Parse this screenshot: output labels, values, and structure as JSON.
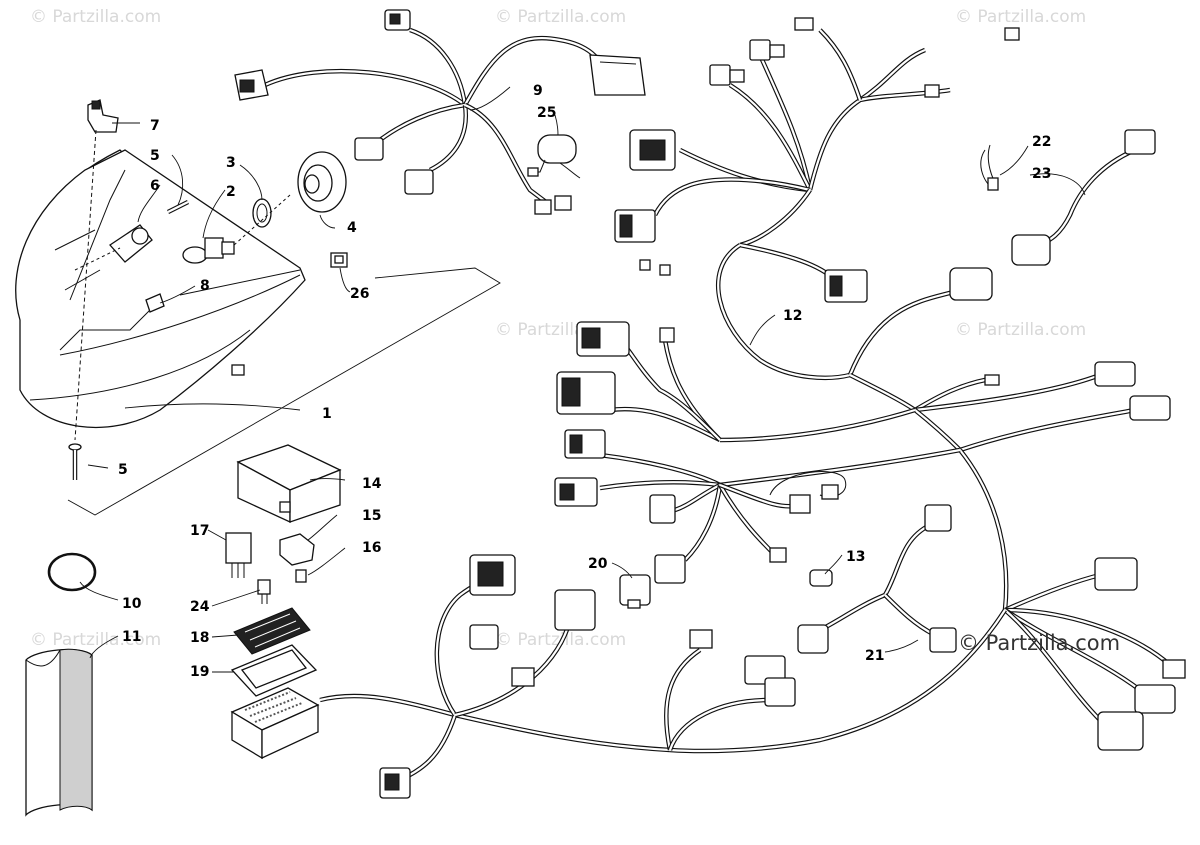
{
  "watermarks": {
    "text": "© Partzilla.com",
    "main": "© Partzilla.com"
  },
  "callouts": [
    {
      "id": "c1",
      "label": "1"
    },
    {
      "id": "c2",
      "label": "2"
    },
    {
      "id": "c3",
      "label": "3"
    },
    {
      "id": "c4",
      "label": "4"
    },
    {
      "id": "c5a",
      "label": "5"
    },
    {
      "id": "c5b",
      "label": "5"
    },
    {
      "id": "c6",
      "label": "6"
    },
    {
      "id": "c7",
      "label": "7"
    },
    {
      "id": "c8",
      "label": "8"
    },
    {
      "id": "c9",
      "label": "9"
    },
    {
      "id": "c10",
      "label": "10"
    },
    {
      "id": "c11",
      "label": "11"
    },
    {
      "id": "c12",
      "label": "12"
    },
    {
      "id": "c13",
      "label": "13"
    },
    {
      "id": "c14",
      "label": "14"
    },
    {
      "id": "c15",
      "label": "15"
    },
    {
      "id": "c16",
      "label": "16"
    },
    {
      "id": "c17",
      "label": "17"
    },
    {
      "id": "c18",
      "label": "18"
    },
    {
      "id": "c19",
      "label": "19"
    },
    {
      "id": "c20",
      "label": "20"
    },
    {
      "id": "c21",
      "label": "21"
    },
    {
      "id": "c22",
      "label": "22"
    },
    {
      "id": "c23",
      "label": "23"
    },
    {
      "id": "c24",
      "label": "24"
    },
    {
      "id": "c25",
      "label": "25"
    },
    {
      "id": "c26",
      "label": "26"
    }
  ]
}
